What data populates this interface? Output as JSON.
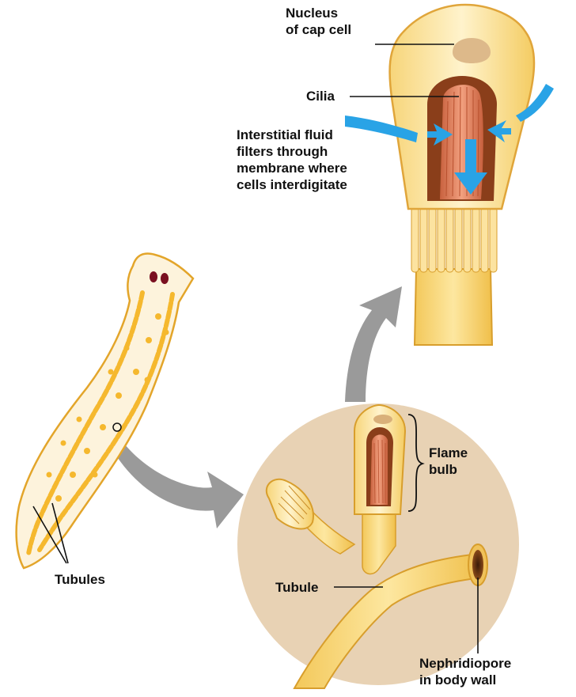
{
  "labels": {
    "nucleus_line1": "Nucleus",
    "nucleus_line2": "of cap cell",
    "cilia": "Cilia",
    "fluid_line1": "Interstitial fluid",
    "fluid_line2": "filters through",
    "fluid_line3": "membrane where",
    "fluid_line4": "cells interdigitate",
    "flame_line1": "Flame",
    "flame_line2": "bulb",
    "tubules": "Tubules",
    "tubule": "Tubule",
    "nephridiopore_line1": "Nephridiopore",
    "nephridiopore_line2": "in body wall"
  },
  "colors": {
    "body_fill": "#fdf3dc",
    "body_outline": "#e3a52a",
    "tubule_yellow": "#f5b82e",
    "cell_cream": "#fcebb0",
    "cilia_salmon": "#e1805e",
    "inner_brown": "#8a3e1a",
    "arrow_blue": "#29a3e6",
    "circle_bg": "#e8d2b4",
    "big_arrow_gray": "#9a9a9a",
    "eyespot": "#7a1020"
  }
}
